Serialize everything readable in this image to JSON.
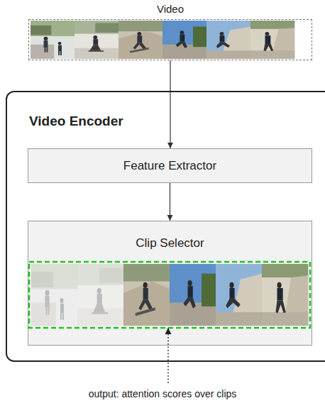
{
  "diagram": {
    "nodes": [
      {
        "text": [
          "Video"
        ]
      },
      {
        "text": [
          "Video Encoder"
        ]
      },
      {
        "text": [
          "Feature Extractor"
        ],
        "in": 1
      },
      {
        "text": [
          "Clip Selector"
        ],
        "in": 1
      }
    ],
    "edges": [
      {
        "from": 0,
        "to": 2,
        "arrow": "to"
      },
      {
        "from": 2,
        "to": 3,
        "arrow": "to"
      }
    ],
    "labels": [
      "output: attention scores over clips"
    ]
  }
}
